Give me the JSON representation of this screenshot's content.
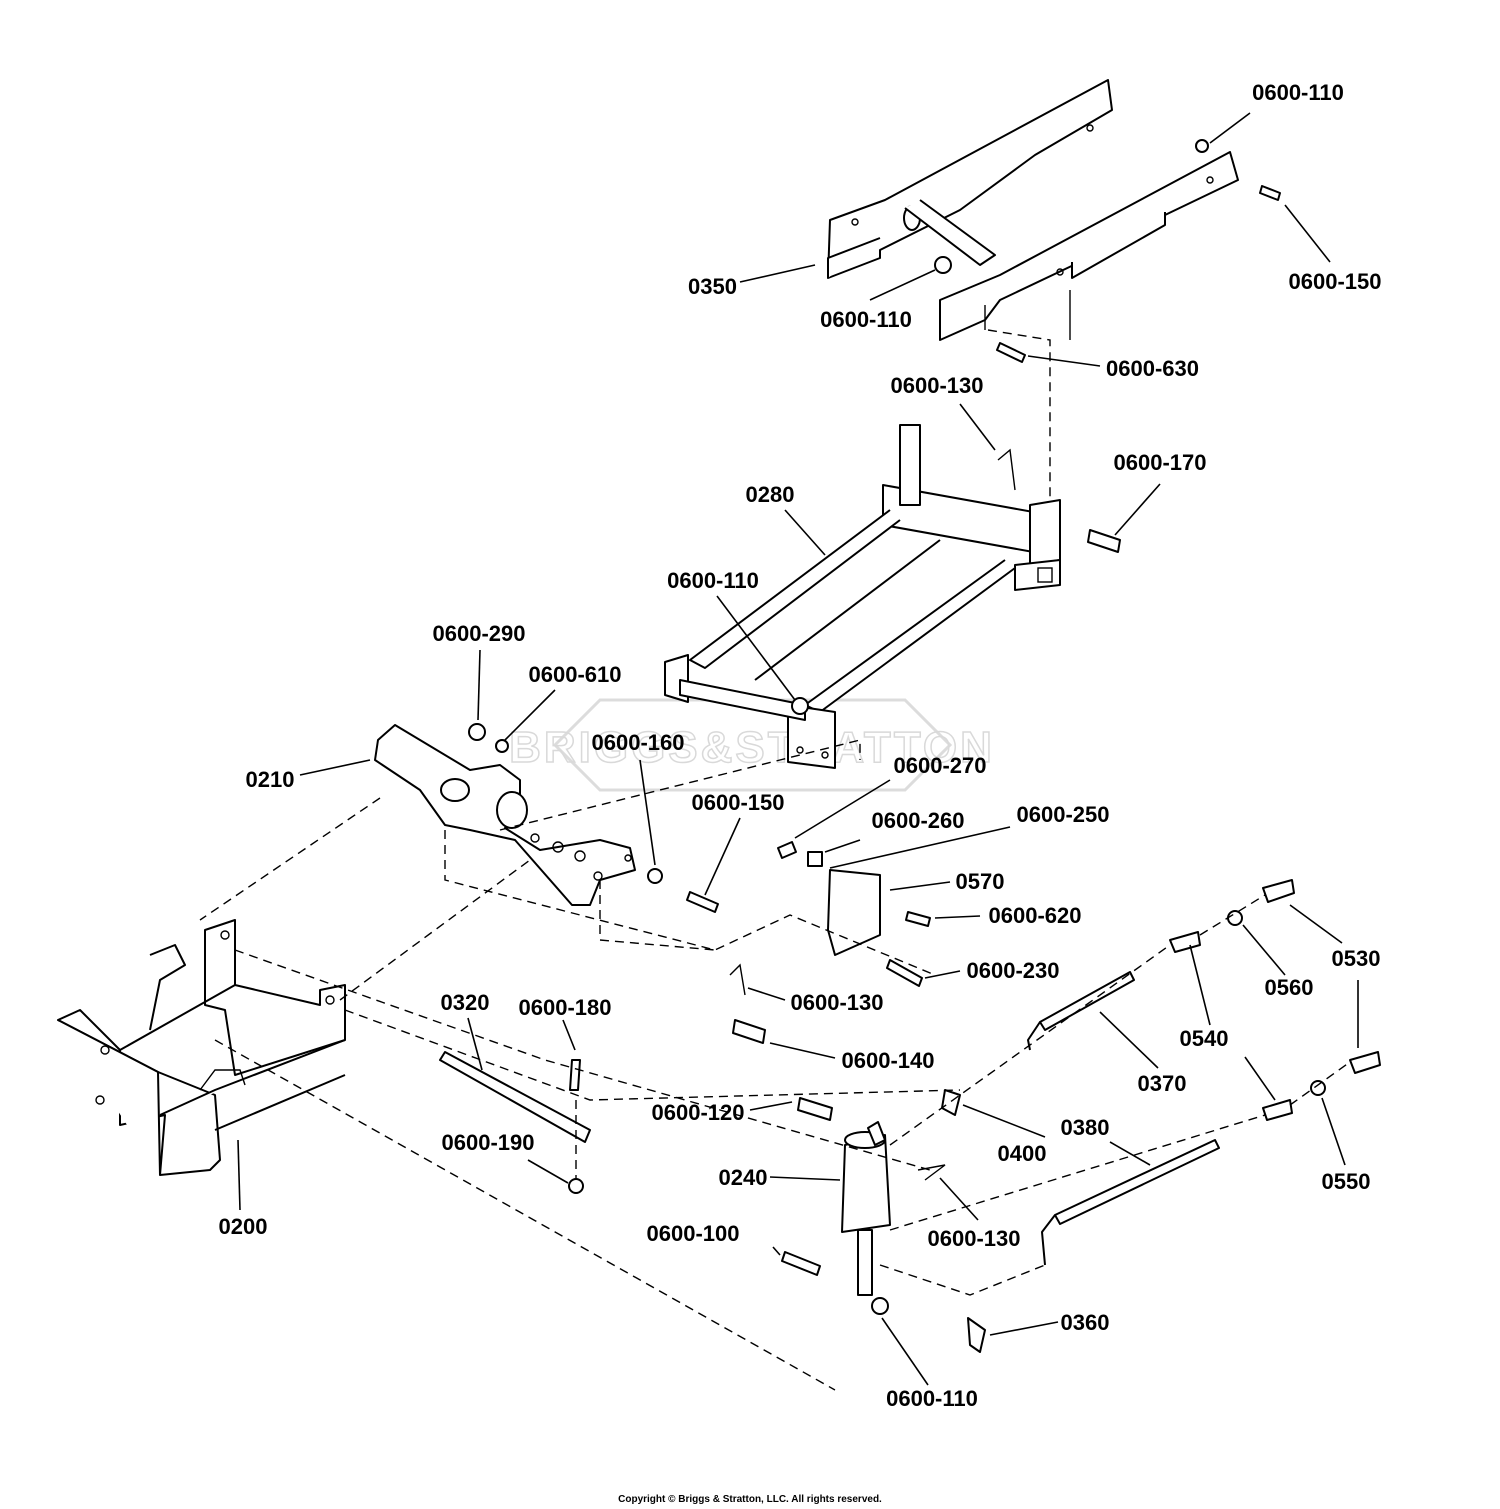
{
  "watermark": "BRIGGS&STRATTON",
  "callouts": {
    "c0350": "0350",
    "c0600_110_a": "0600-110",
    "c0600_150_a": "0600-150",
    "c0600_110_b": "0600-110",
    "c0600_630": "0600-630",
    "c0600_130_a": "0600-130",
    "c0600_170": "0600-170",
    "c0280": "0280",
    "c0600_110_c": "0600-110",
    "c0600_290": "0600-290",
    "c0600_610": "0600-610",
    "c0210": "0210",
    "c0600_160": "0600-160",
    "c0600_150_b": "0600-150",
    "c0600_270": "0600-270",
    "c0600_260": "0600-260",
    "c0600_250": "0600-250",
    "c0570": "0570",
    "c0600_620": "0600-620",
    "c0600_230": "0600-230",
    "c0600_130_b": "0600-130",
    "c0600_140": "0600-140",
    "c0320": "0320",
    "c0600_180": "0600-180",
    "c0600_190": "0600-190",
    "c0200": "0200",
    "c0600_120": "0600-120",
    "c0240": "0240",
    "c0600_130_c": "0600-130",
    "c0600_100": "0600-100",
    "c0600_110_d": "0600-110",
    "c0360": "0360",
    "c0400": "0400",
    "c0370": "0370",
    "c0380": "0380",
    "c0540": "0540",
    "c0560": "0560",
    "c0530": "0530",
    "c0550": "0550"
  },
  "footer": {
    "copyright": "Copyright © Briggs & Stratton, LLC. All rights reserved."
  }
}
